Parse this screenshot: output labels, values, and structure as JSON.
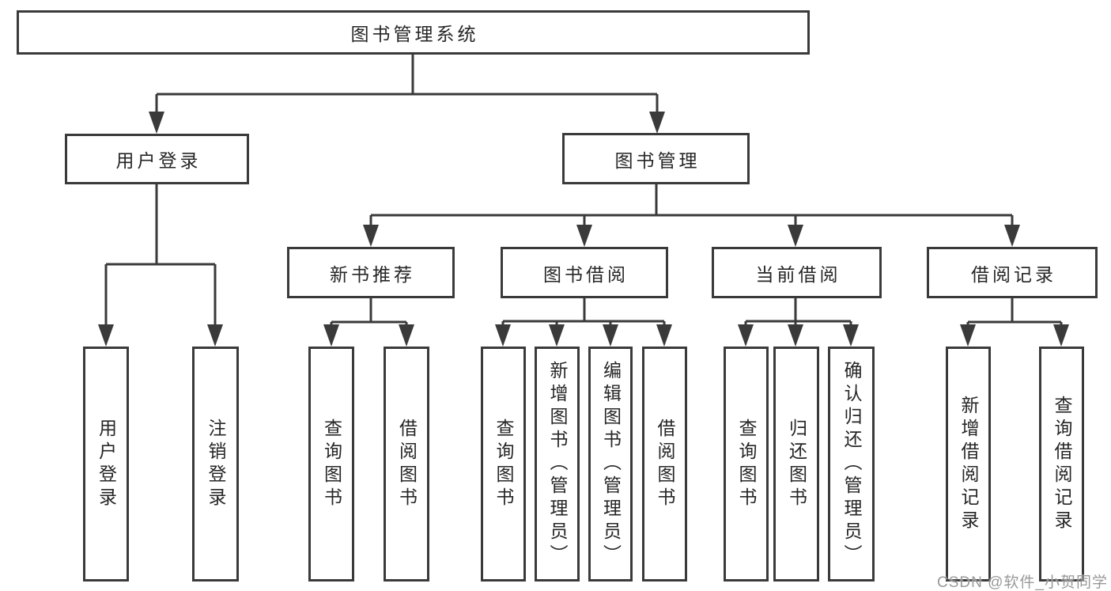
{
  "root": {
    "label": "图书管理系统"
  },
  "branches": [
    {
      "label": "用户登录",
      "leaves": [
        {
          "label": "用户登录"
        },
        {
          "label": "注销登录"
        }
      ]
    },
    {
      "label": "图书管理",
      "groups": [
        {
          "label": "新书推荐",
          "leaves": [
            {
              "label": "查询图书"
            },
            {
              "label": "借阅图书"
            }
          ]
        },
        {
          "label": "图书借阅",
          "leaves": [
            {
              "label": "查询图书"
            },
            {
              "label": "新增图书（管理员）"
            },
            {
              "label": "编辑图书（管理员）"
            },
            {
              "label": "借阅图书"
            }
          ]
        },
        {
          "label": "当前借阅",
          "leaves": [
            {
              "label": "查询图书"
            },
            {
              "label": "归还图书"
            },
            {
              "label": "确认归还（管理员）"
            }
          ]
        },
        {
          "label": "借阅记录",
          "leaves": [
            {
              "label": "新增借阅记录"
            },
            {
              "label": "查询借阅记录"
            }
          ]
        }
      ]
    }
  ],
  "watermark": "CSDN @软件_小贺同学",
  "colors": {
    "line": "#3a3a3a",
    "text": "#262626",
    "box_fill": "#ffffff",
    "watermark": "#949494",
    "background": "#ffffff"
  }
}
